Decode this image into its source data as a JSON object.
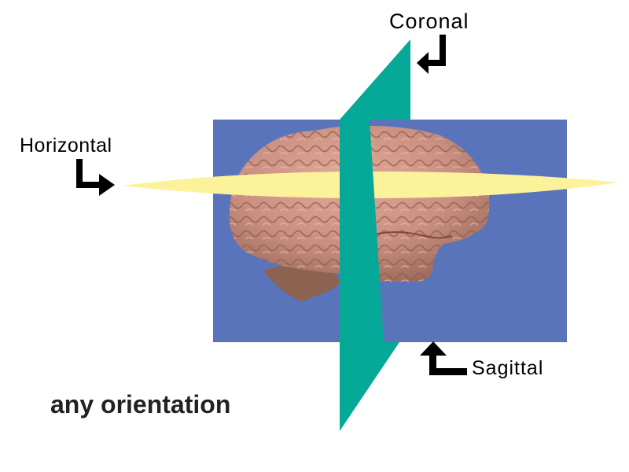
{
  "title": "Brain section planes",
  "labels": {
    "coronal": "Coronal",
    "horizontal": "Horizontal",
    "sagittal": "Sagittal",
    "caption": "any orientation"
  },
  "colors": {
    "sagittal_plane": "#5a74bc",
    "coronal_plane": "#06a898",
    "horizontal_plane": "#fcf29c",
    "brain": "#c98f80",
    "brain_shadow": "#8a5a4c",
    "arrow": "#000000"
  },
  "icons": [
    "arrow-down-left-icon",
    "arrow-down-right-icon",
    "arrow-up-right-icon"
  ]
}
